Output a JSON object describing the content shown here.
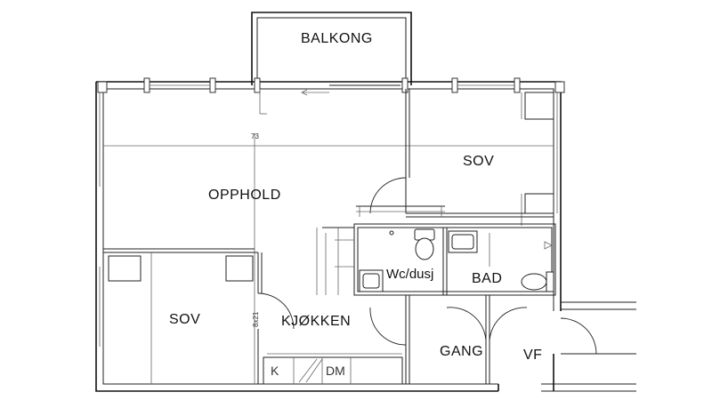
{
  "rooms": {
    "balcony": "BALKONG",
    "living": "OPPHOLD",
    "bedroom_right": "SOV",
    "bedroom_left": "SOV",
    "wc_shower": "Wc/dusj",
    "bath": "BAD",
    "kitchen": "KJØKKEN",
    "hall": "GANG",
    "entrance": "VF"
  },
  "dimensions": {
    "ceiling_mark": "73",
    "door_size": "8x21"
  },
  "appliances": {
    "stove": "K",
    "dishwasher": "DM"
  }
}
